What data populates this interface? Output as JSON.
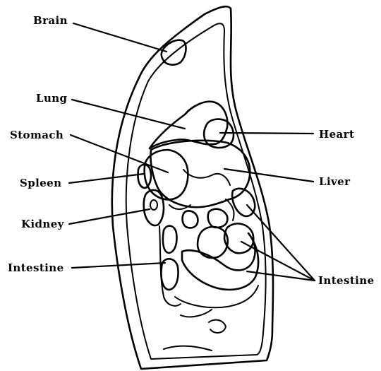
{
  "diagram": {
    "labels": {
      "brain": "Brain",
      "lung": "Lung",
      "stomach": "Stomach",
      "spleen": "Spleen",
      "kidney": "Kidney",
      "intestine_left": "Intestine",
      "heart": "Heart",
      "liver": "Liver",
      "intestine_right": "Intestine"
    }
  }
}
